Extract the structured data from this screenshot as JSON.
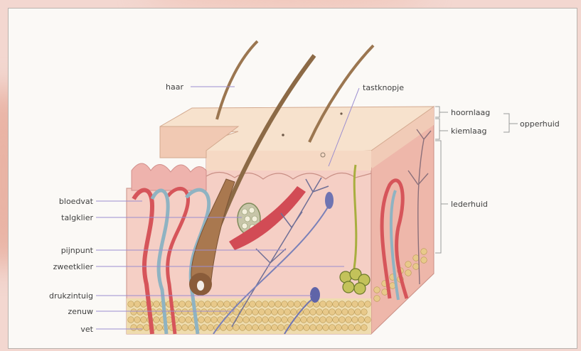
{
  "labels": {
    "haar": "haar",
    "tastknopje": "tastknopje",
    "hoornlaag": "hoornlaag",
    "kiemlaag": "kiemlaag",
    "opperhuid": "opperhuid",
    "lederhuid": "lederhuid",
    "bloedvat": "bloedvat",
    "talgklier": "talgklier",
    "pijnpunt": "pijnpunt",
    "zweetklier": "zweetklier",
    "drukzintuig": "drukzintuig",
    "zenuw": "zenuw",
    "vet": "vet"
  },
  "colors": {
    "epidermis": "#f6dcc6",
    "dermis": "#f3c2b8",
    "fat": "#e8c98a",
    "artery": "#d6555a",
    "vein": "#8fb3c2",
    "nerve": "#6f74b2",
    "hair": "#8c6a46",
    "leader": "#9b8dd0"
  }
}
